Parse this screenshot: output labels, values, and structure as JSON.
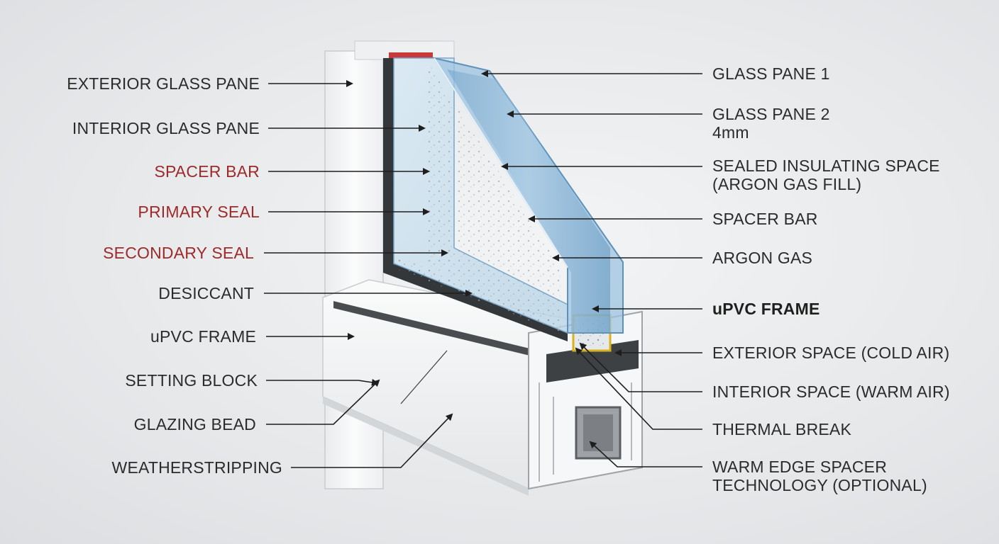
{
  "colors": {
    "background": "#e6e8ea",
    "label_text": "#2b2b2b",
    "highlight_red": "#9e2a2a",
    "frame_white": "#f4f5f6",
    "glass_blue": "#8fb8d8",
    "seal_dark": "#3a3d40"
  },
  "left_labels": [
    {
      "text": "EXTERIOR GLASS PANE",
      "style": "normal"
    },
    {
      "text": "INTERIOR GLASS PANE",
      "style": "normal"
    },
    {
      "text": "SPACER BAR",
      "style": "red"
    },
    {
      "text": "PRIMARY SEAL",
      "style": "red"
    },
    {
      "text": "SECONDARY SEAL",
      "style": "red"
    },
    {
      "text": "DESICCANT",
      "style": "normal"
    },
    {
      "text": "uPVC FRAME",
      "style": "normal"
    },
    {
      "text": "SETTING BLOCK",
      "style": "normal"
    },
    {
      "text": "GLAZING BEAD",
      "style": "normal"
    },
    {
      "text": "WEATHERSTRIPPING",
      "style": "normal"
    }
  ],
  "right_labels": [
    {
      "line1": "GLASS PANE 1",
      "line2": "",
      "style": "normal"
    },
    {
      "line1": "GLASS PANE 2",
      "line2": "4mm",
      "style": "normal"
    },
    {
      "line1": "SEALED INSULATING SPACE",
      "line2": "(ARGON GAS FILL)",
      "style": "normal"
    },
    {
      "line1": "SPACER BAR",
      "line2": "",
      "style": "normal"
    },
    {
      "line1": "ARGON GAS",
      "line2": "",
      "style": "normal"
    },
    {
      "line1": "uPVC FRAME",
      "line2": "",
      "style": "bold"
    },
    {
      "line1": "EXTERIOR SPACE (COLD AIR)",
      "line2": "",
      "style": "normal"
    },
    {
      "line1": "INTERIOR SPACE (WARM AIR)",
      "line2": "",
      "style": "normal"
    },
    {
      "line1": "THERMAL BREAK",
      "line2": "",
      "style": "normal"
    },
    {
      "line1": "WARM EDGE SPACER",
      "line2": "TECHNOLOGY (OPTIONAL)",
      "style": "normal"
    }
  ]
}
